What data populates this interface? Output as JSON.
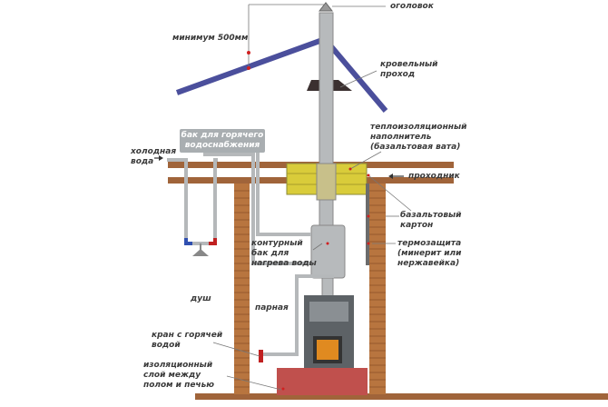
{
  "labels": {
    "cap": "оголовок",
    "min_height": "минимум 500мм",
    "roof_pass": [
      "кровельный",
      "проход"
    ],
    "insulation_filler": [
      "теплоизоляционный",
      "наполнитель",
      "(базальтовая вата)"
    ],
    "pass_through": "проходник",
    "basalt_board": [
      "базальтовый",
      "картон"
    ],
    "heat_shield": [
      "термозащита",
      "(минерит или",
      "нержавейка)"
    ],
    "hot_water_tank": [
      "бак для горячего",
      "водоснабжения"
    ],
    "cold_water": [
      "холодная",
      "вода"
    ],
    "loop_tank": [
      "контурный",
      "бак для",
      "нагрева воды"
    ],
    "shower": "душ",
    "steam_room": "парная",
    "hot_water_tap": [
      "кран с горячей",
      "водой"
    ],
    "insulation_layer": [
      "изоляционный",
      "слой между",
      "полом и печью"
    ]
  },
  "colors": {
    "roof": "#4b4f9c",
    "wood": "#a0643a",
    "brick": "#b8753f",
    "insulation": "#d9cc3a",
    "pipe": "#b5b8ba",
    "stove": "#5d6266",
    "base_brick": "#c0504d"
  }
}
